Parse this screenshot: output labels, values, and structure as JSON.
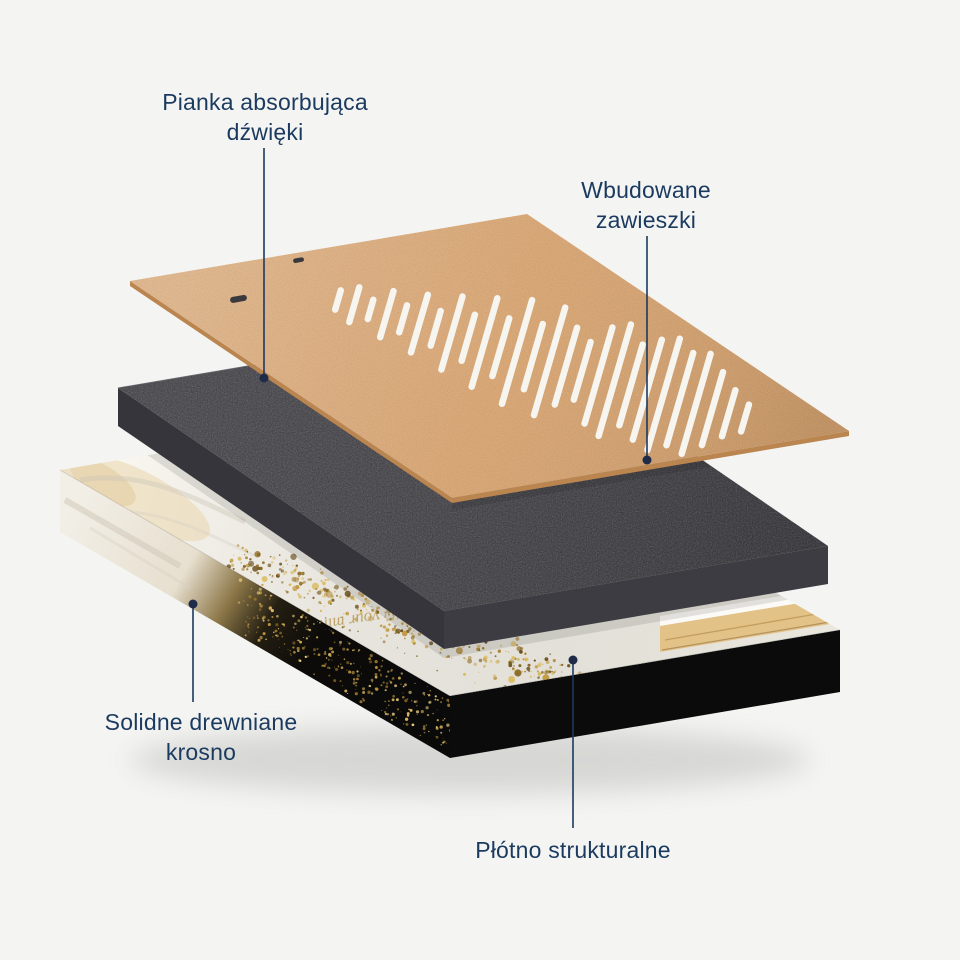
{
  "page": {
    "background": "#f4f4f2"
  },
  "labels": {
    "foam": {
      "lines": [
        "Pianka absorbująca",
        "dźwięki"
      ]
    },
    "hangers": {
      "lines": [
        "Wbudowane",
        "zawieszki"
      ]
    },
    "frame": {
      "lines": [
        "Solidne drewniane",
        "krosno"
      ]
    },
    "canvas": {
      "lines": [
        "Płótno strukturalne"
      ]
    }
  },
  "artwork": {
    "signature": "Mellow your mind"
  },
  "colors": {
    "page_bg": "#f4f4f2",
    "label_text": "#1b3a5f",
    "leader_line": "#1b3a5f",
    "leader_dot": "#1f2c49",
    "board_top": "#d9a571",
    "board_edge": "#bb8550",
    "foam_top": "#47474d",
    "foam_side_left": "#35353b",
    "foam_side_right": "#3c3c42",
    "canvas_top": "#f6f3ea",
    "canvas_side_black": "#0b0b0b",
    "gold_speckle": "#c09a3e",
    "stretcher_wood": "#e2c287",
    "slot_white": "#f7f5f0"
  }
}
